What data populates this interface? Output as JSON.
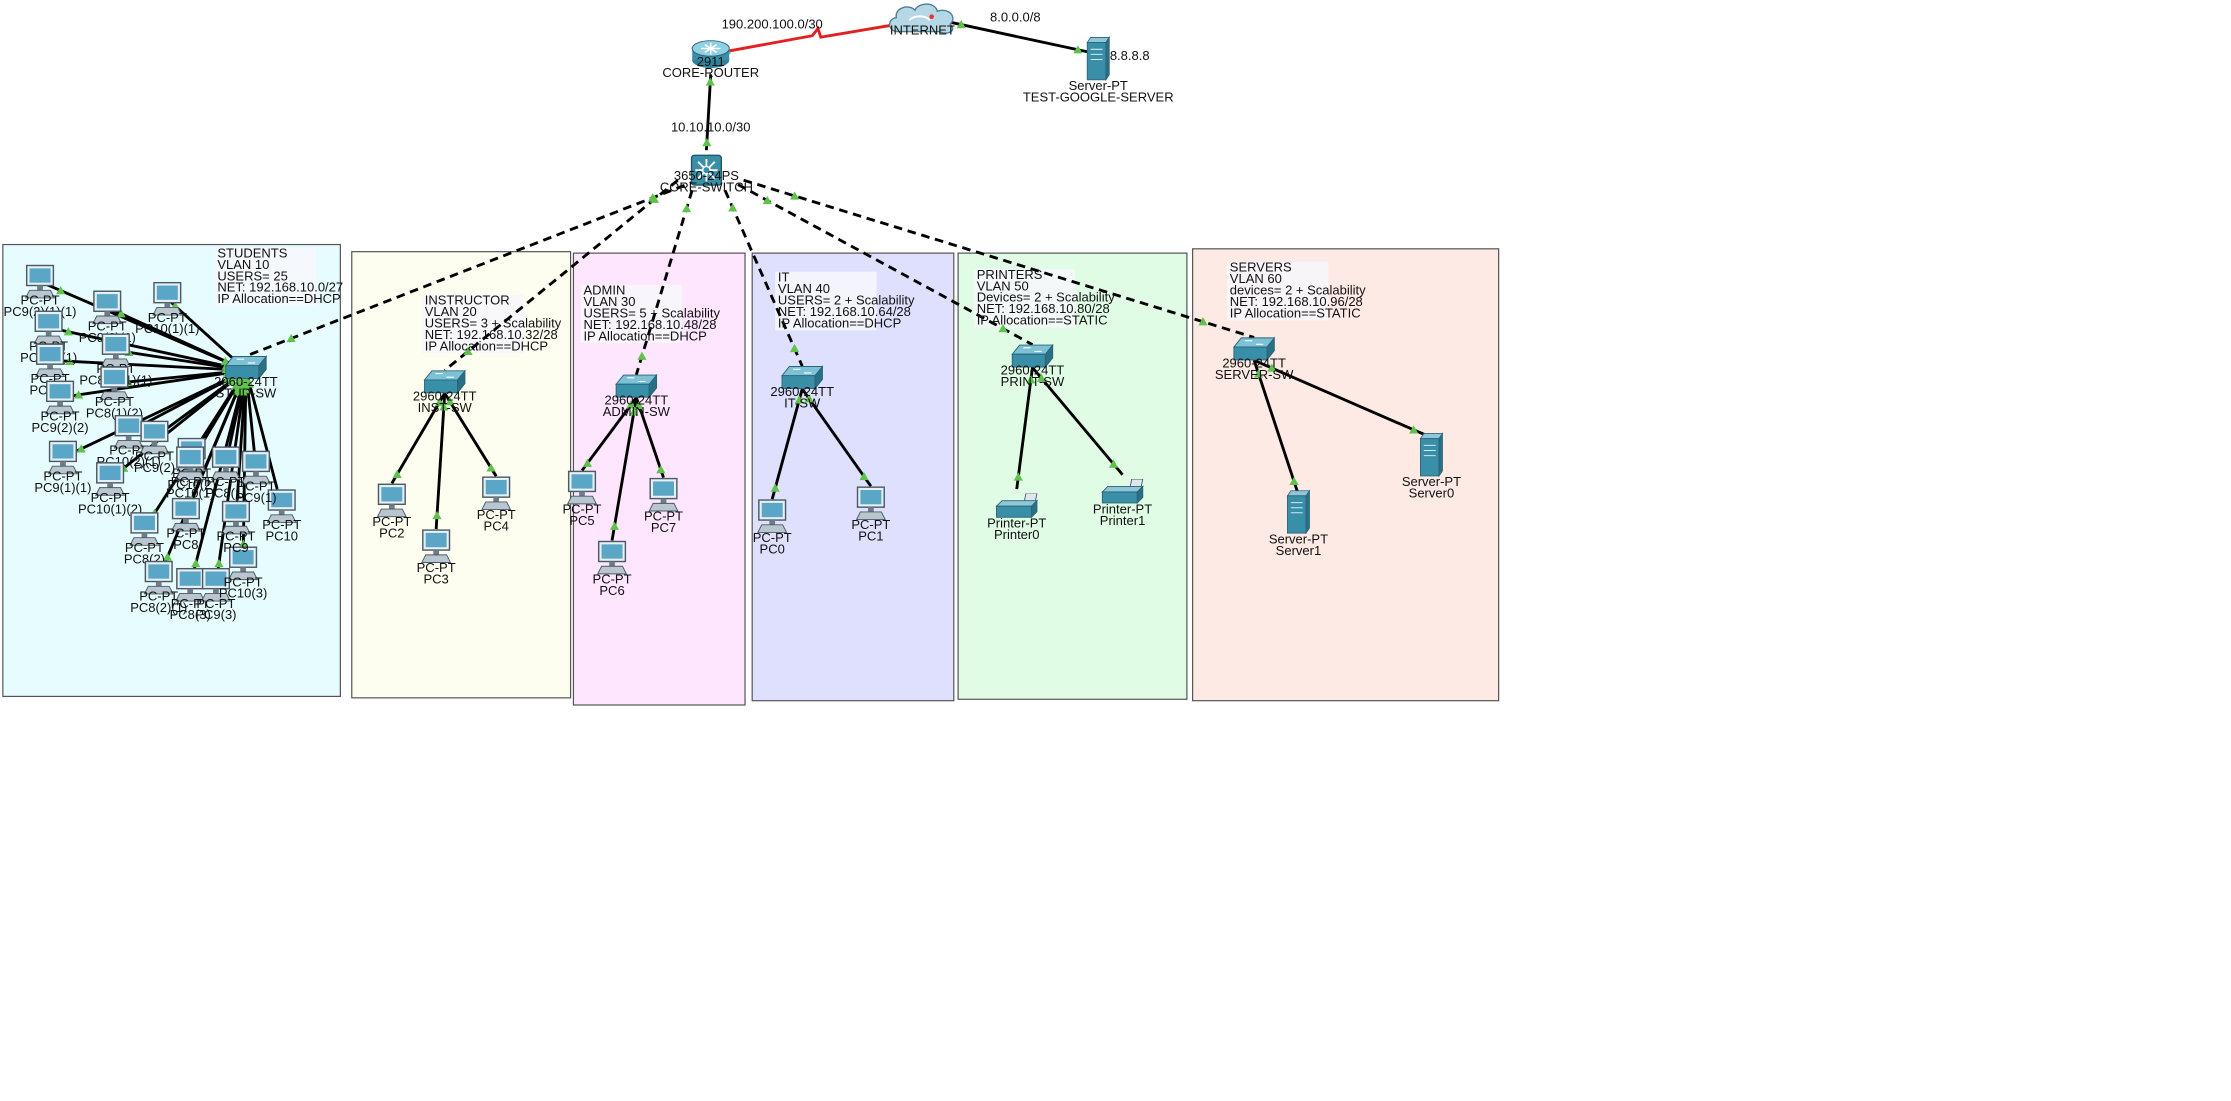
{
  "core": {
    "router": {
      "model": "2911",
      "name": "CORE-ROUTER"
    },
    "internet": {
      "name": "INTERNET"
    },
    "server": {
      "ip": "8.8.8.8",
      "model": "Server-PT",
      "name": "TEST-GOOGLE-SERVER"
    },
    "link_wan": "190.200.100.0/30",
    "link_google": "8.0.0.0/8",
    "link_core": "10.10.10.0/30",
    "switch": {
      "model": "3650-24PS",
      "name": "CORE-SWITCH"
    }
  },
  "zones": [
    {
      "id": "students",
      "color": "#e6fcfe",
      "notes": [
        "STUDENTS",
        "VLAN 10",
        "USERS= 25",
        "NET: 192.168.10.0/27",
        "IP Allocation==DHCP"
      ],
      "switch": {
        "model": "2960-24TT",
        "name": "STUD-SW"
      },
      "devices": [
        {
          "model": "PC-PT",
          "name": "PC9(2)(1)(1)"
        },
        {
          "model": "PC-PT",
          "name": "PC9(2)(1)"
        },
        {
          "model": "PC-PT",
          "name": "PC10(1)(1)"
        },
        {
          "model": "PC-PT",
          "name": "PC8(1)(1)"
        },
        {
          "model": "PC-PT",
          "name": "PC8(1)(1)(1)"
        },
        {
          "model": "PC-PT",
          "name": "PC9(1)"
        },
        {
          "model": "PC-PT",
          "name": "PC9(2)(2)"
        },
        {
          "model": "PC-PT",
          "name": "PC8(1)(2)"
        },
        {
          "model": "PC-PT",
          "name": "PC10(2)(1)"
        },
        {
          "model": "PC-PT",
          "name": "PC9(1)(1)"
        },
        {
          "model": "PC-PT",
          "name": "PC10(1)(2)"
        },
        {
          "model": "PC-PT",
          "name": "PC8(2)"
        },
        {
          "model": "PC-PT",
          "name": "PC8(2)(1)"
        },
        {
          "model": "PC-PT",
          "name": "PC8(3)"
        },
        {
          "model": "PC-PT",
          "name": "PC9(3)"
        },
        {
          "model": "PC-PT",
          "name": "PC10(3)"
        },
        {
          "model": "PC-PT",
          "name": "PC10"
        },
        {
          "model": "PC-PT",
          "name": "PC9"
        },
        {
          "model": "PC-PT",
          "name": "PC8"
        },
        {
          "model": "PC-PT",
          "name": "PC10(2)"
        },
        {
          "model": "PC-PT",
          "name": "PC9(2)"
        },
        {
          "model": "PC-PT",
          "name": "PC8(1)"
        },
        {
          "model": "PC-PT",
          "name": "PC9(1)"
        },
        {
          "model": "PC-PT",
          "name": "PC10(1)"
        }
      ]
    },
    {
      "id": "instructor",
      "color": "#fdfef0",
      "notes": [
        "INSTRUCTOR",
        "VLAN 20",
        "USERS= 3 + Scalability",
        "NET: 192.168.10.32/28",
        "IP Allocation==DHCP"
      ],
      "switch": {
        "model": "2960-24TT",
        "name": "INST-SW"
      },
      "devices": [
        {
          "model": "PC-PT",
          "name": "PC2"
        },
        {
          "model": "PC-PT",
          "name": "PC3"
        },
        {
          "model": "PC-PT",
          "name": "PC4"
        }
      ]
    },
    {
      "id": "admin",
      "color": "#fde6fe",
      "notes": [
        "ADMIN",
        "VLAN 30",
        "USERS= 5 + Scalability",
        "NET: 192.168.10.48/28",
        "IP Allocation==DHCP"
      ],
      "switch": {
        "model": "2960-24TT",
        "name": "ADMIN-SW"
      },
      "devices": [
        {
          "model": "PC-PT",
          "name": "PC5"
        },
        {
          "model": "PC-PT",
          "name": "PC6"
        },
        {
          "model": "PC-PT",
          "name": "PC7"
        }
      ]
    },
    {
      "id": "it",
      "color": "#dee0fe",
      "notes": [
        "IT",
        "VLAN 40",
        "USERS= 2 + Scalability",
        "NET: 192.168.10.64/28",
        "IP Allocation==DHCP"
      ],
      "switch": {
        "model": "2960-24TT",
        "name": "IT-SW"
      },
      "devices": [
        {
          "model": "PC-PT",
          "name": "PC0"
        },
        {
          "model": "PC-PT",
          "name": "PC1"
        }
      ]
    },
    {
      "id": "printers",
      "color": "#e0fce5",
      "notes": [
        "PRINTERS",
        "VLAN 50",
        "Devices= 2 + Scalability",
        "NET: 192.168.10.80/28",
        "IP Allocation==STATIC"
      ],
      "switch": {
        "model": "2960-24TT",
        "name": "PRINT-SW"
      },
      "devices": [
        {
          "model": "Printer-PT",
          "name": "Printer0"
        },
        {
          "model": "Printer-PT",
          "name": "Printer1"
        }
      ]
    },
    {
      "id": "servers",
      "color": "#feeae4",
      "notes": [
        "SERVERS",
        "VLAN 60",
        "devices= 2 + Scalability",
        "NET: 192.168.10.96/28",
        "IP Allocation==STATIC"
      ],
      "switch": {
        "model": "2960-24TT",
        "name": "SERVER-SW"
      },
      "devices": [
        {
          "model": "Server-PT",
          "name": "Server0"
        },
        {
          "model": "Server-PT",
          "name": "Server1"
        }
      ]
    }
  ],
  "colors": {
    "wan_link": "#e32020",
    "link": "#000000",
    "arrow": "#5fc24a",
    "device": "#3a8fa8"
  }
}
